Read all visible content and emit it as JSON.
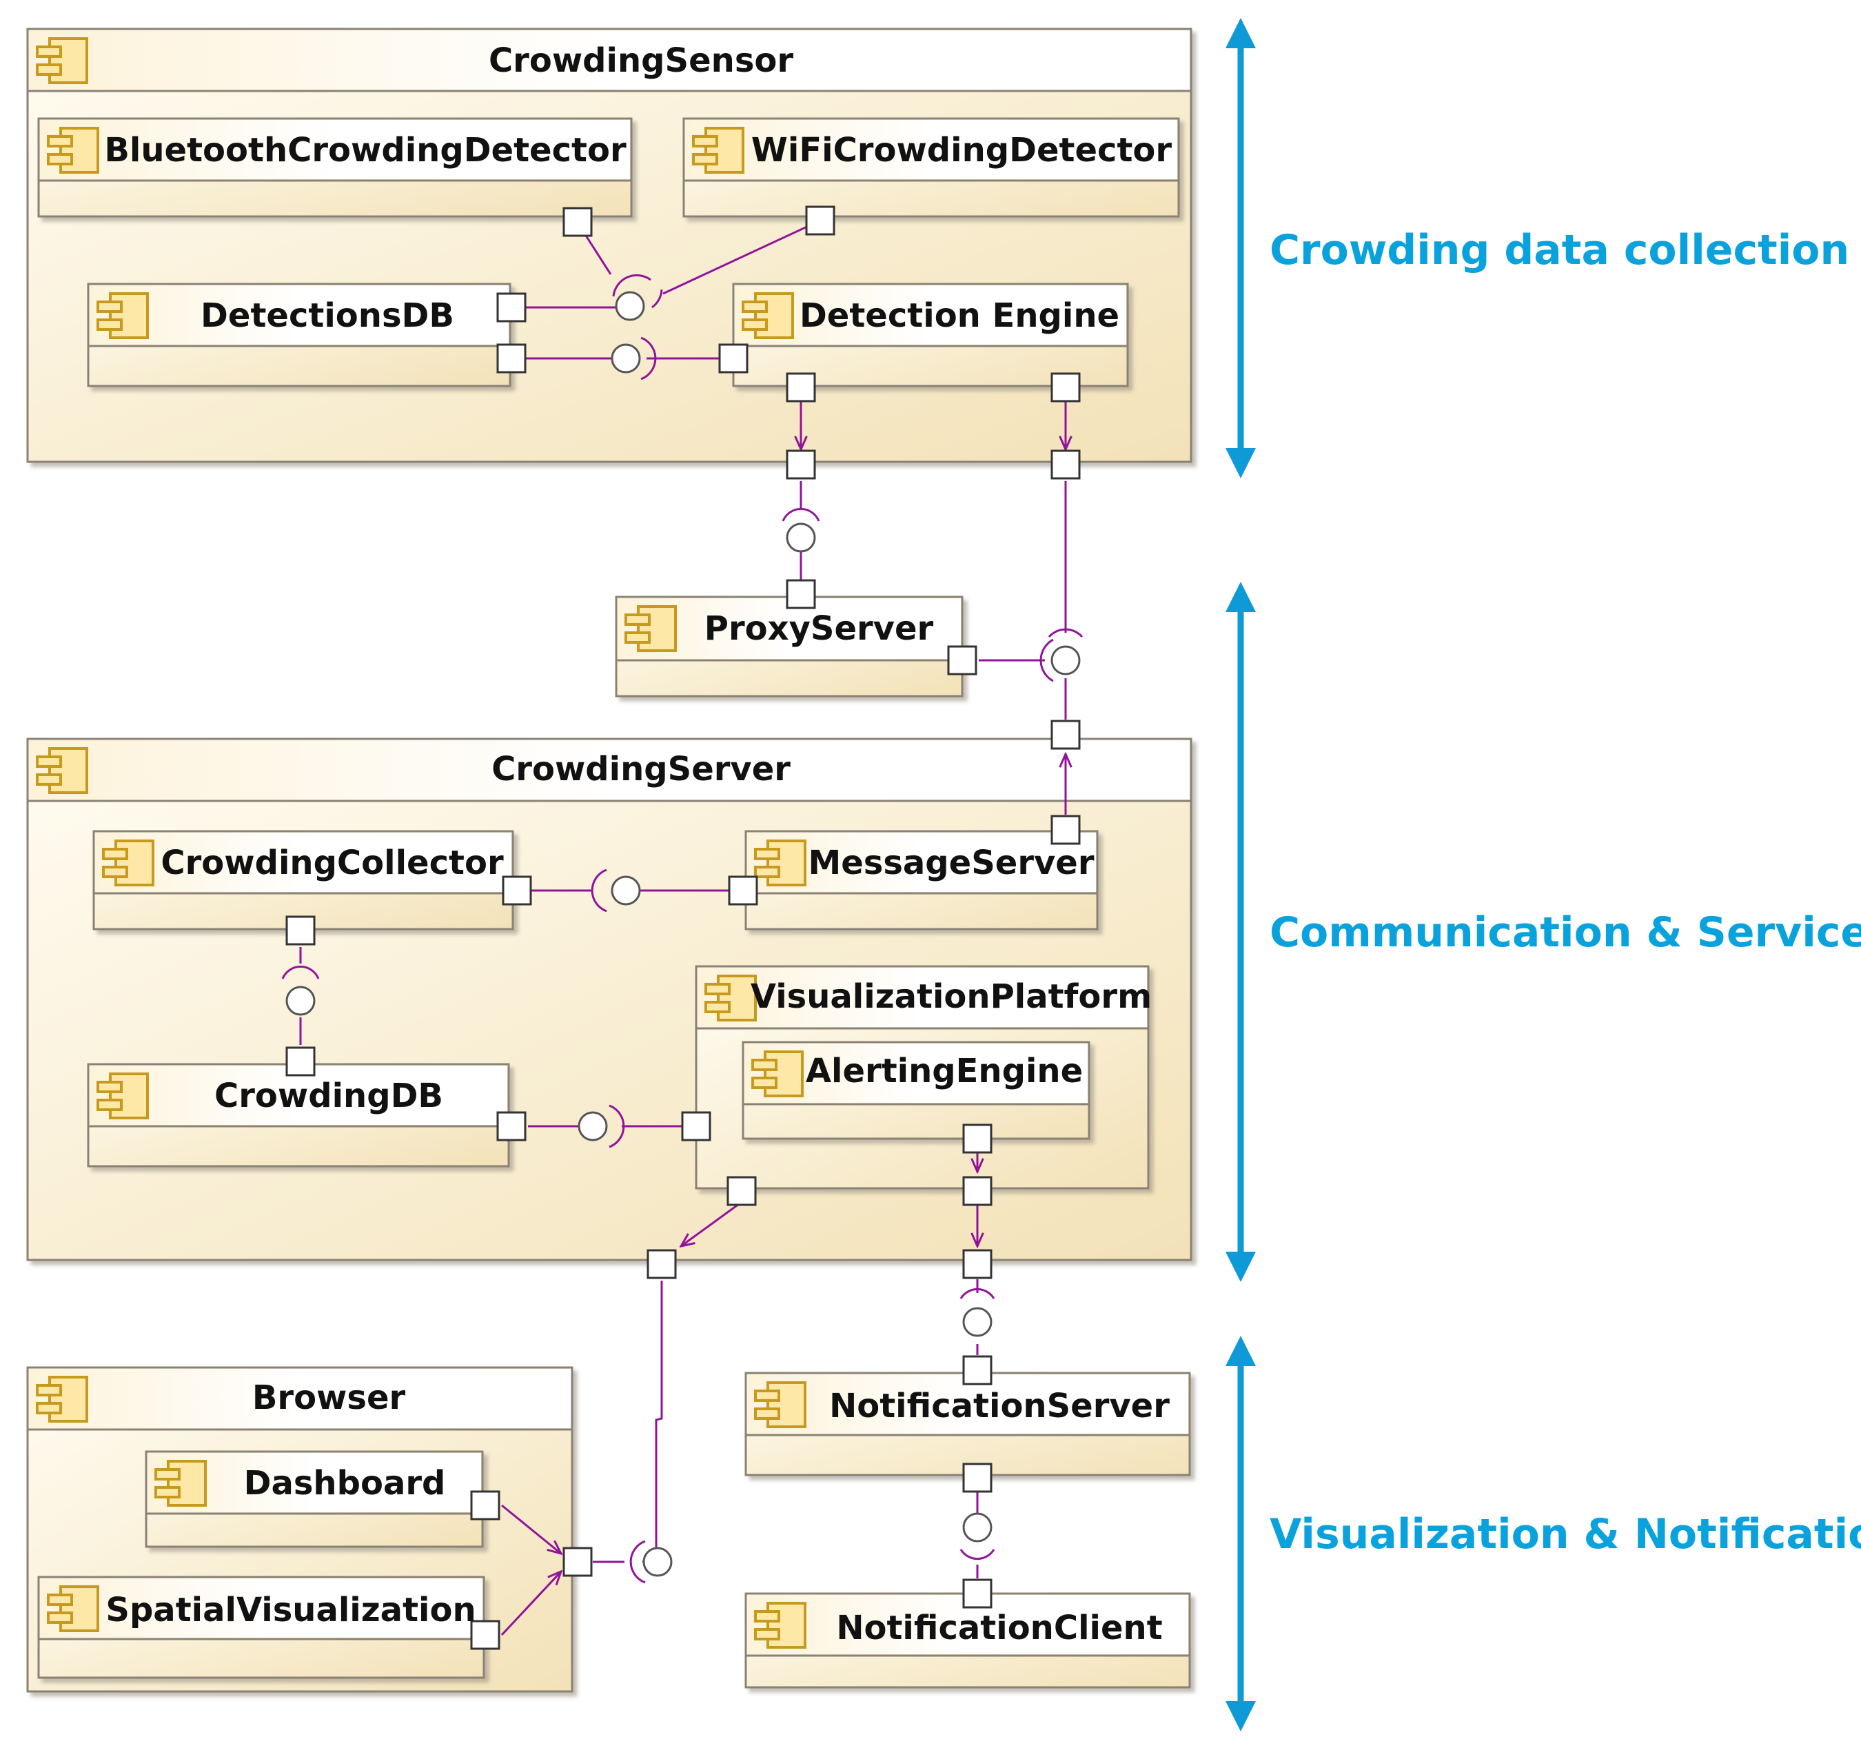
{
  "colors": {
    "component_fill_light": "#fffbf0",
    "component_fill_dark": "#f4e3bb",
    "component_border": "#8a8274",
    "component_icon": "#c79a1e",
    "connector": "#92139a",
    "port_fill": "#ffffff",
    "port_border": "#333333",
    "lollipop": "#555555",
    "layer_arrow": "#0d9ad6",
    "layer_label": "#0aa2dc"
  },
  "components": {
    "crowding_sensor": "CrowdingSensor",
    "bluetooth_detector": "BluetoothCrowdingDetector",
    "wifi_detector": "WiFiCrowdingDetector",
    "detections_db": "DetectionsDB",
    "detection_engine": "Detection Engine",
    "proxy_server": "ProxyServer",
    "crowding_server": "CrowdingServer",
    "crowding_collector": "CrowdingCollector",
    "message_server": "MessageServer",
    "crowding_db": "CrowdingDB",
    "visualization_platform": "VisualizationPlatform",
    "alerting_engine": "AlertingEngine",
    "browser": "Browser",
    "dashboard": "Dashboard",
    "spatial_visualization": "SpatialVisualization",
    "notification_server": "NotificationServer",
    "notification_client": "NotificationClient"
  },
  "layers": {
    "data_collection": "Crowding data collection",
    "communication": "Communication & Services",
    "visualization": "Visualization & Notification"
  },
  "icons": {
    "component": "uml-component-icon",
    "port": "port-square",
    "provided_interface": "lollipop-circle",
    "required_interface": "socket-arc",
    "layer_extent": "double-headed-arrow"
  }
}
